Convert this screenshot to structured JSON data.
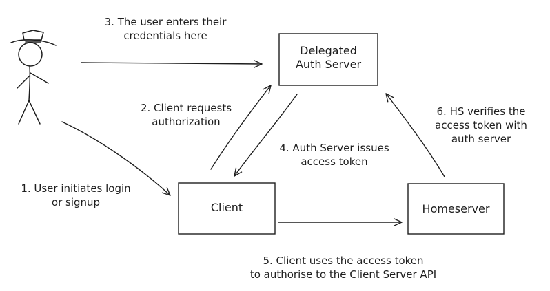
{
  "nodes": {
    "auth_server": {
      "line1": "Delegated",
      "line2": "Auth Server"
    },
    "client": {
      "label": "Client"
    },
    "homeserver": {
      "label": "Homeserver"
    }
  },
  "steps": {
    "step1": {
      "line1": "1. User initiates login",
      "line2": "or signup"
    },
    "step2": {
      "line1": "2. Client requests",
      "line2": "authorization"
    },
    "step3": {
      "line1": "3. The user enters their",
      "line2": "credentials here"
    },
    "step4": {
      "line1": "4. Auth Server issues",
      "line2": "access token"
    },
    "step5": {
      "line1": "5. Client uses the access token",
      "line2": "to authorise to the Client Server API"
    },
    "step6": {
      "line1": "6. HS verifies the",
      "line2": "access token with",
      "line3": "auth server"
    }
  },
  "colors": {
    "stroke": "#1e1e1e",
    "background": "#ffffff"
  }
}
